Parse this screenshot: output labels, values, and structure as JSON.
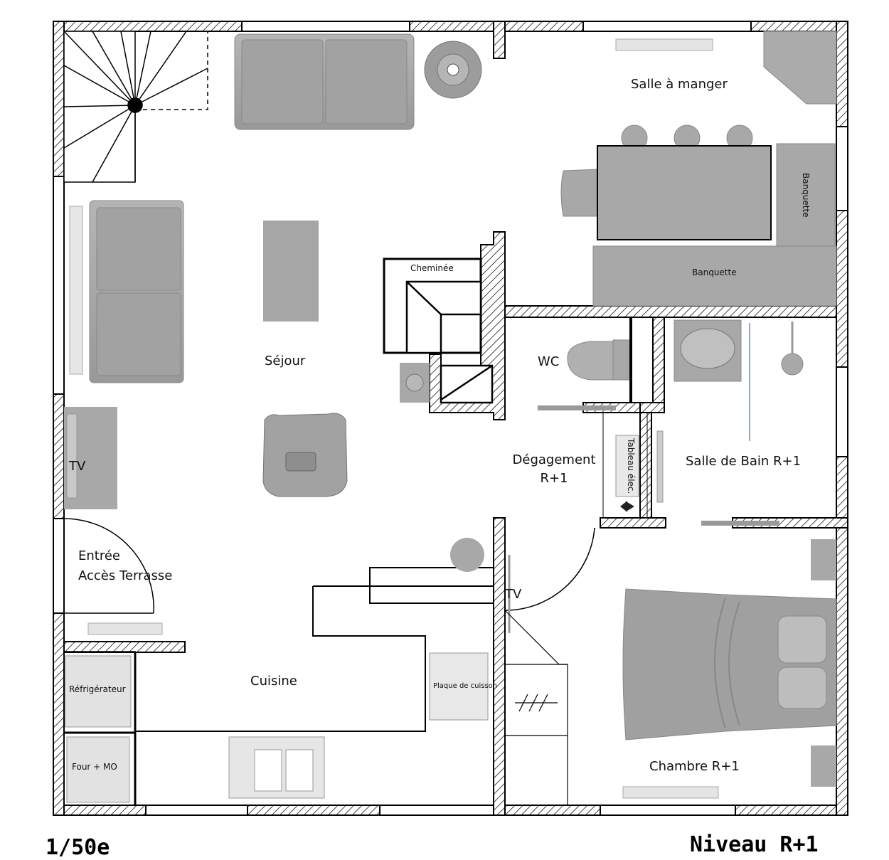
{
  "rooms": {
    "sejour": "Séjour",
    "salle_a_manger": "Salle à manger",
    "wc": "WC",
    "degagement_line1": "Dégagement",
    "degagement_line2": "R+1",
    "salle_de_bain": "Salle de Bain R+1",
    "entree_line1": "Entrée",
    "entree_line2": "Accès Terrasse",
    "cuisine": "Cuisine",
    "chambre": "Chambre R+1"
  },
  "fixtures": {
    "cheminee": "Cheminée",
    "banquette_horizontal": "Banquette",
    "banquette_vertical": "Banquette",
    "tableau_elec": "Tableau élec.",
    "tv_sejour": "TV",
    "tv_chambre": "TV",
    "refrigerateur": "Réfrigérateur",
    "four_mo": "Four + MO",
    "plaque_de_cuisson": "Plaque de cuisson"
  },
  "footer": {
    "scale": "1/50e",
    "level": "Niveau R+1"
  },
  "colors": {
    "wall_stroke": "#000000",
    "hatch": "#444444",
    "furniture_fill": "#a8a8a8",
    "furniture_dark": "#8a8a8a",
    "background": "#ffffff"
  }
}
